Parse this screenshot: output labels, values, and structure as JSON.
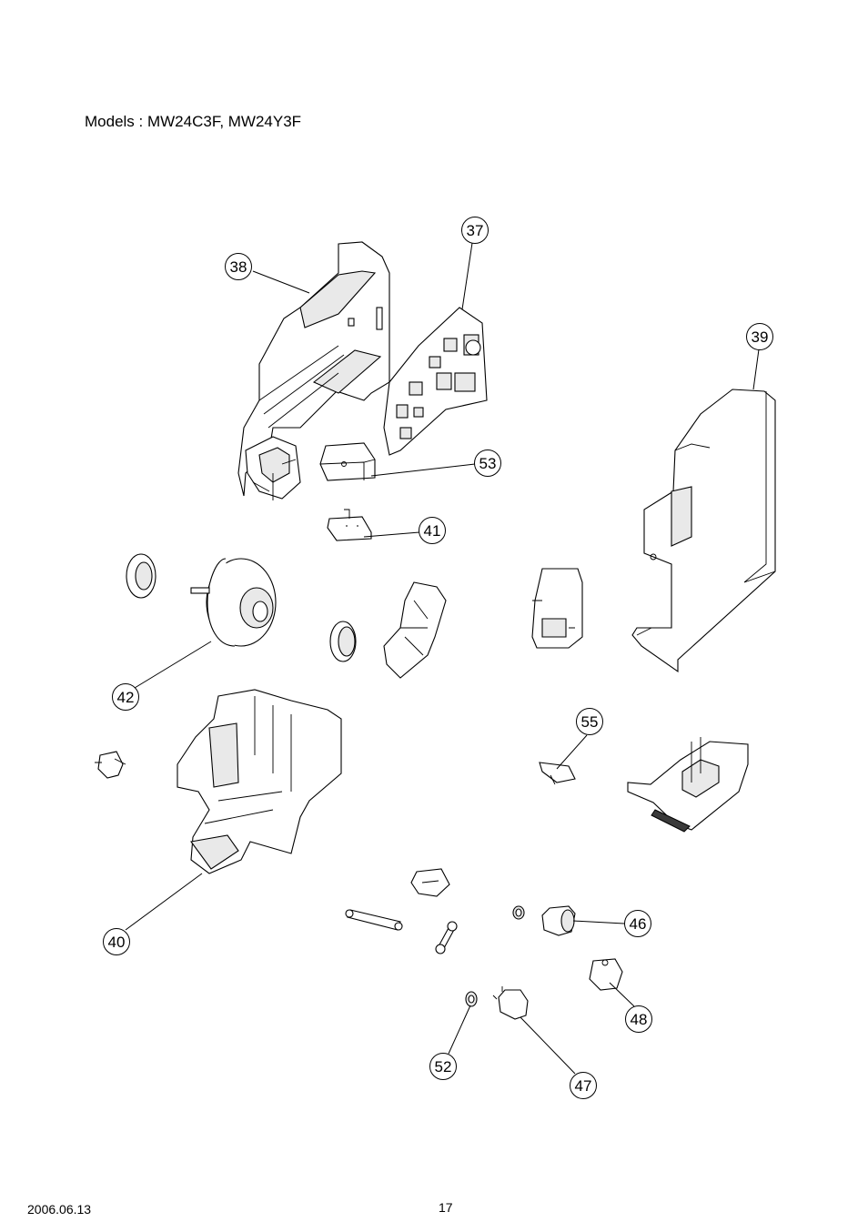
{
  "header": {
    "title": "Models : MW24C3F, MW24Y3F"
  },
  "footer": {
    "date": "2006.06.13",
    "page_number": "17"
  },
  "callouts": {
    "c37": "37",
    "c38": "38",
    "c39": "39",
    "c40": "40",
    "c41": "41",
    "c42": "42",
    "c46": "46",
    "c47": "47",
    "c48": "48",
    "c52": "52",
    "c53": "53",
    "c55": "55"
  }
}
